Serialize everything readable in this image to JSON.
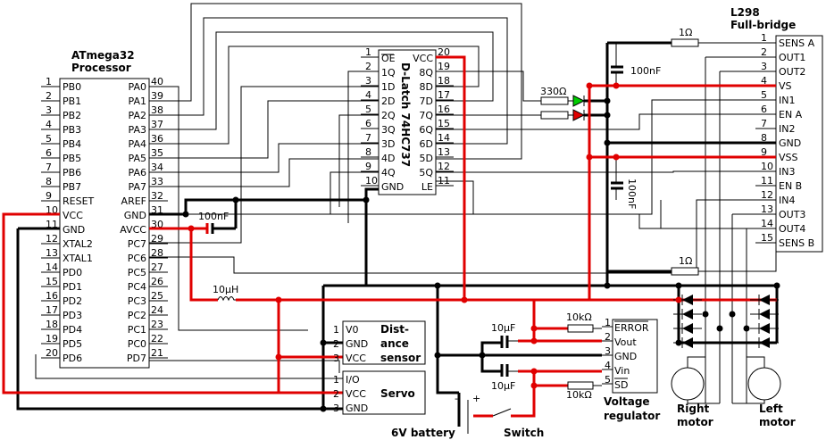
{
  "atmega": {
    "title1": "ATmega32",
    "title2": "Processor",
    "left_nums": [
      "1",
      "2",
      "3",
      "4",
      "5",
      "6",
      "7",
      "8",
      "9",
      "10",
      "11",
      "12",
      "13",
      "14",
      "15",
      "16",
      "17",
      "18",
      "19",
      "20"
    ],
    "left_names": [
      "PB0",
      "PB1",
      "PB2",
      "PB3",
      "PB4",
      "PB5",
      "PB6",
      "PB7",
      "RESET",
      "VCC",
      "GND",
      "XTAL2",
      "XTAL1",
      "PD0",
      "PD1",
      "PD2",
      "PD3",
      "PD4",
      "PD5",
      "PD6"
    ],
    "right_nums": [
      "40",
      "39",
      "38",
      "37",
      "36",
      "35",
      "34",
      "33",
      "32",
      "31",
      "30",
      "29",
      "28",
      "27",
      "26",
      "25",
      "24",
      "23",
      "22",
      "21"
    ],
    "right_names": [
      "PA0",
      "PA1",
      "PA2",
      "PA3",
      "PA4",
      "PA5",
      "PA6",
      "PA7",
      "AREF",
      "GND",
      "AVCC",
      "PC7",
      "PC6",
      "PC5",
      "PC4",
      "PC3",
      "PC2",
      "PC1",
      "PC0",
      "PD7"
    ]
  },
  "latch": {
    "title": "D-Latch 74HC737",
    "left_nums": [
      "1",
      "2",
      "3",
      "4",
      "5",
      "6",
      "7",
      "8",
      "9",
      "10"
    ],
    "left_names": [
      "OE",
      "1Q",
      "1D",
      "2D",
      "2Q",
      "3Q",
      "3D",
      "4D",
      "4Q",
      "GND"
    ],
    "right_nums": [
      "20",
      "19",
      "18",
      "17",
      "16",
      "15",
      "14",
      "13",
      "12",
      "11"
    ],
    "right_names": [
      "VCC",
      "8Q",
      "8D",
      "7D",
      "7Q",
      "6Q",
      "6D",
      "5D",
      "5Q",
      "LE"
    ]
  },
  "l298": {
    "title1": "L298",
    "title2": "Full-bridge",
    "nums": [
      "1",
      "2",
      "3",
      "4",
      "5",
      "6",
      "7",
      "8",
      "9",
      "10",
      "11",
      "12",
      "13",
      "14",
      "15"
    ],
    "names": [
      "SENS A",
      "OUT1",
      "OUT2",
      "VS",
      "IN1",
      "EN A",
      "IN2",
      "GND",
      "VSS",
      "IN3",
      "EN B",
      "IN4",
      "OUT3",
      "OUT4",
      "SENS B"
    ]
  },
  "distance": {
    "pins": [
      "1",
      "2",
      "3"
    ],
    "names": [
      "V0",
      "GND",
      "VCC"
    ],
    "label1": "Dist-",
    "label2": "ance",
    "label3": "sensor"
  },
  "servo": {
    "pins": [
      "1",
      "2",
      "3"
    ],
    "names": [
      "I/O",
      "VCC",
      "GND"
    ],
    "label": "Servo"
  },
  "regulator": {
    "pins": [
      "1",
      "2",
      "3",
      "4",
      "5"
    ],
    "names": [
      "ERROR",
      "Vout",
      "GND",
      "Vin",
      "SD"
    ],
    "label1": "Voltage",
    "label2": "regulator"
  },
  "components": {
    "r_sense_a": "1Ω",
    "r_sense_b": "1Ω",
    "c_vs": "100nF",
    "c_vss": "100nF",
    "c_avcc": "100nF",
    "r_led": "330Ω",
    "inductor": "10μH",
    "c_out": "10μF",
    "c_in": "10μF",
    "r_err": "10kΩ",
    "r_sd": "10kΩ"
  },
  "labels": {
    "battery": "6V battery",
    "switch": "Switch",
    "right_motor1": "Right",
    "right_motor2": "motor",
    "left_motor1": "Left",
    "left_motor2": "motor",
    "battery_minus": "-",
    "battery_plus": "+"
  },
  "colors": {
    "power_wire": "#e00000",
    "ground_wire": "#000000",
    "led_green": "#00cc00",
    "led_red": "#e00000"
  }
}
